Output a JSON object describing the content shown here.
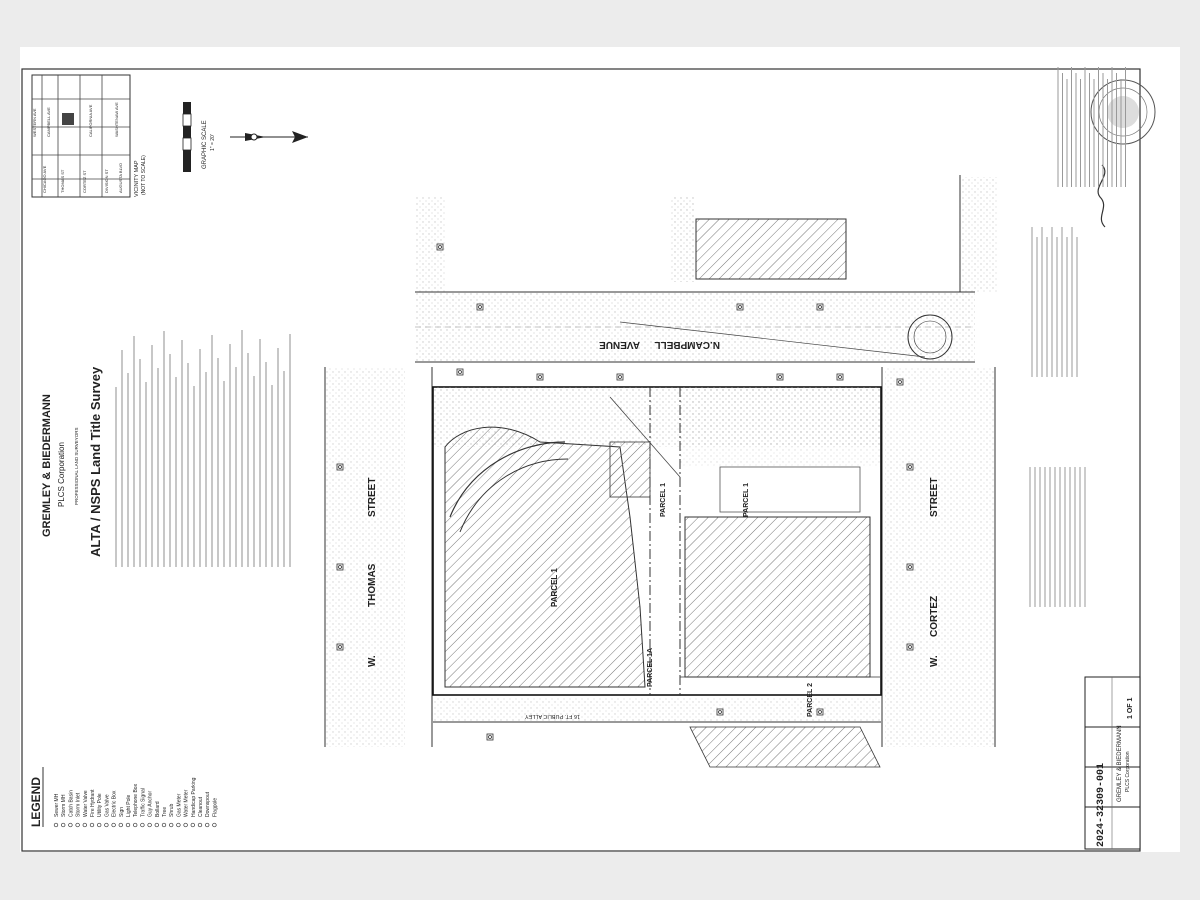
{
  "title_block": {
    "firm_name": "GREMLEY & BIEDERMANN",
    "firm_sub": "PLCS Corporation",
    "firm_tag": "PROFESSIONAL LAND SURVEYORS",
    "survey_title": "ALTA / NSPS Land Title Survey"
  },
  "legend": {
    "heading": "LEGEND",
    "items": [
      "Sewer MH",
      "Storm MH",
      "Catch Basin",
      "Storm Inlet",
      "Water Valve",
      "Fire Hydrant",
      "Utility Pole",
      "Gas Valve",
      "Electric Box",
      "Sign",
      "Light Pole",
      "Telephone Box",
      "Traffic Signal",
      "Guy Anchor",
      "Bollard",
      "Tree",
      "Shrub",
      "Gas Meter",
      "Water Meter",
      "Handicap Parking",
      "Cleanout",
      "Downspout",
      "Flagpole"
    ]
  },
  "streets": {
    "campbell_prefix": "N.",
    "campbell_name": "CAMPBELL",
    "campbell_suffix": "AVENUE",
    "thomas_prefix": "W.",
    "thomas_name": "THOMAS",
    "thomas_suffix": "STREET",
    "cortez_prefix": "W.",
    "cortez_name": "CORTEZ",
    "cortez_suffix": "STREET"
  },
  "parcels": {
    "p1": "PARCEL 1",
    "p1b": "PARCEL 1",
    "p1a": "PARCEL 1A",
    "p1c": "PARCEL 1",
    "p2": "PARCEL 2"
  },
  "labels": {
    "alley": "16 FT. PUBLIC ALLEY",
    "vicinity": "VICINITY MAP",
    "vicinity_note": "(NOT TO SCALE)",
    "graphic_scale": "GRAPHIC SCALE",
    "scale_unit": "1\" = 20'",
    "vicinity_streets": [
      "CHICAGO AVE",
      "THOMAS ST",
      "CORTEZ ST",
      "DIVISION ST",
      "AUGUSTA BLVD",
      "WESTERN AVE",
      "CAMPBELL AVE",
      "CALIFORNIA AVE",
      "WASHTENAW AVE"
    ]
  },
  "title_box": {
    "job_number": "2024-32309-001",
    "sheet": "1 OF 1",
    "firm": "GREMLEY & BIEDERMANN",
    "sub": "PLCS Corporation"
  },
  "colors": {
    "ink": "#222222",
    "hatch": "#6a6a6a",
    "paper": "#ffffff",
    "background": "#ececec"
  }
}
